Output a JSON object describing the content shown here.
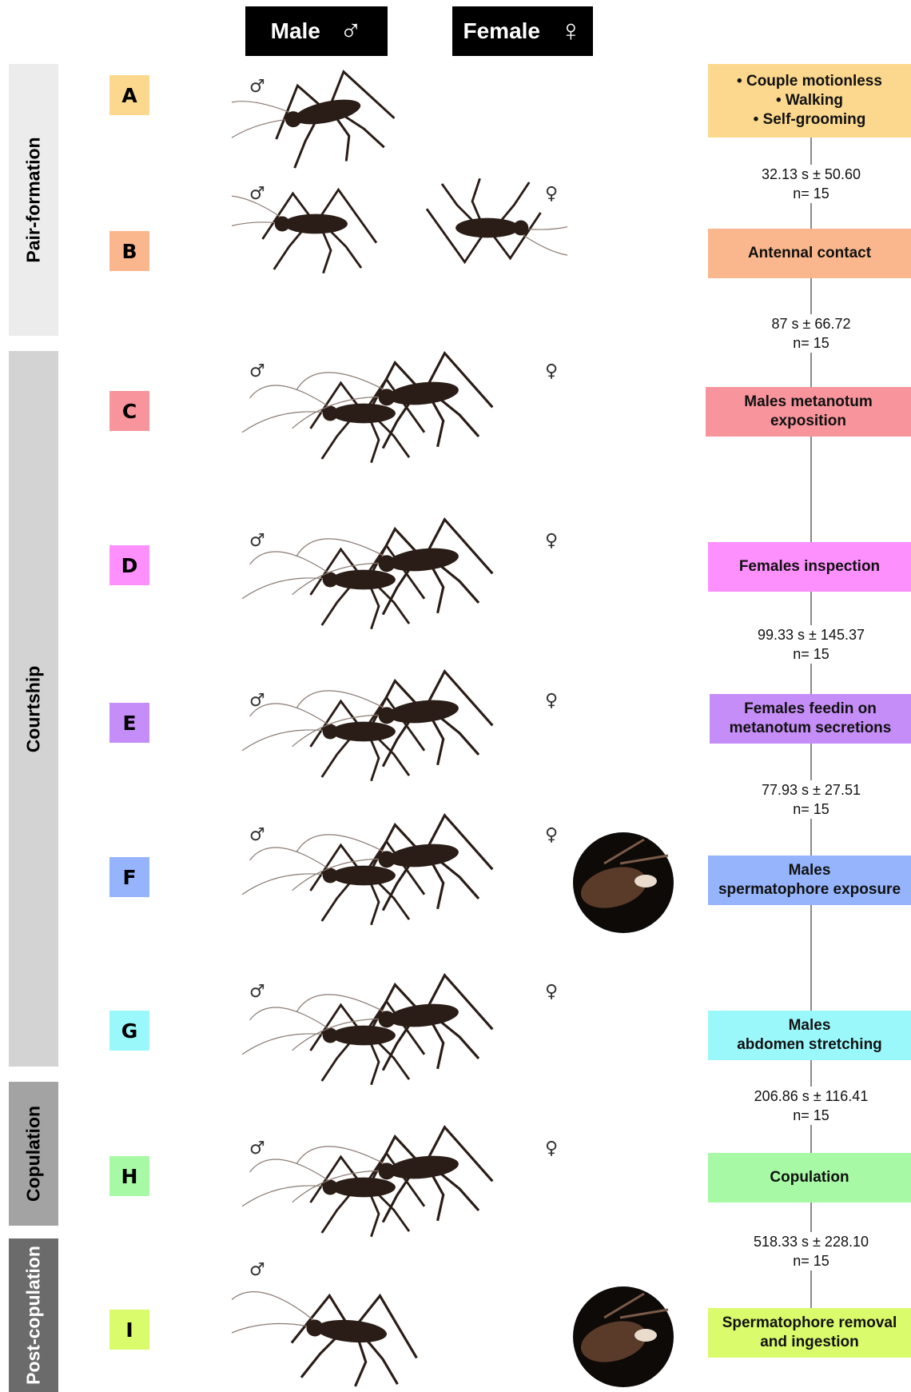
{
  "headers": {
    "male_label": "Male",
    "male_symbol": "♂",
    "female_label": "Female",
    "female_symbol": "♀"
  },
  "phases": [
    {
      "label": "Pair-formation",
      "color": "#ececec"
    },
    {
      "label": "Courtship",
      "color": "#d3d3d3"
    },
    {
      "label": "Copulation",
      "color": "#a3a3a3"
    },
    {
      "label": "Post-copulation",
      "color": "#6b6b6b"
    }
  ],
  "symbols": {
    "male": "♂",
    "female": "♀"
  },
  "steps": [
    {
      "letter": "A",
      "color": "#fcd88e",
      "behavior": "• Couple motionless\n• Walking\n• Self-grooming",
      "female_shown": false,
      "circle_photo": false
    },
    {
      "letter": "B",
      "color": "#fab78d",
      "behavior": "Antennal contact",
      "female_shown": true,
      "circle_photo": false
    },
    {
      "letter": "C",
      "color": "#f8949c",
      "behavior": "Males metanotum\nexposition",
      "female_shown": true,
      "circle_photo": false
    },
    {
      "letter": "D",
      "color": "#fd90fd",
      "behavior": "Females inspection",
      "female_shown": true,
      "circle_photo": false
    },
    {
      "letter": "E",
      "color": "#c58df7",
      "behavior": "Females feedin on\nmetanotum secretions",
      "female_shown": true,
      "circle_photo": false
    },
    {
      "letter": "F",
      "color": "#95b4fc",
      "behavior": "Males\nspermatophore exposure",
      "female_shown": true,
      "circle_photo": true
    },
    {
      "letter": "G",
      "color": "#9af8fb",
      "behavior": "Males\nabdomen stretching",
      "female_shown": true,
      "circle_photo": false
    },
    {
      "letter": "H",
      "color": "#a7f9a5",
      "behavior": "Copulation",
      "female_shown": true,
      "circle_photo": false
    },
    {
      "letter": "I",
      "color": "#dafb6b",
      "behavior": "Spermatophore removal\nand ingestion",
      "female_shown": false,
      "circle_photo": true
    }
  ],
  "durations": [
    {
      "text": "32.13 s ± 50.60\nn= 15"
    },
    {
      "text": "87 s ± 66.72\nn= 15"
    },
    {
      "text": "99.33 s ± 145.37\nn= 15"
    },
    {
      "text": "77.93 s ± 27.51\nn= 15"
    },
    {
      "text": "206.86 s ± 116.41\nn= 15"
    },
    {
      "text": "518.33 s ± 228.10\nn= 15"
    }
  ],
  "colors": {
    "line": "#8a8a8a",
    "insect": "#2a1c16"
  }
}
